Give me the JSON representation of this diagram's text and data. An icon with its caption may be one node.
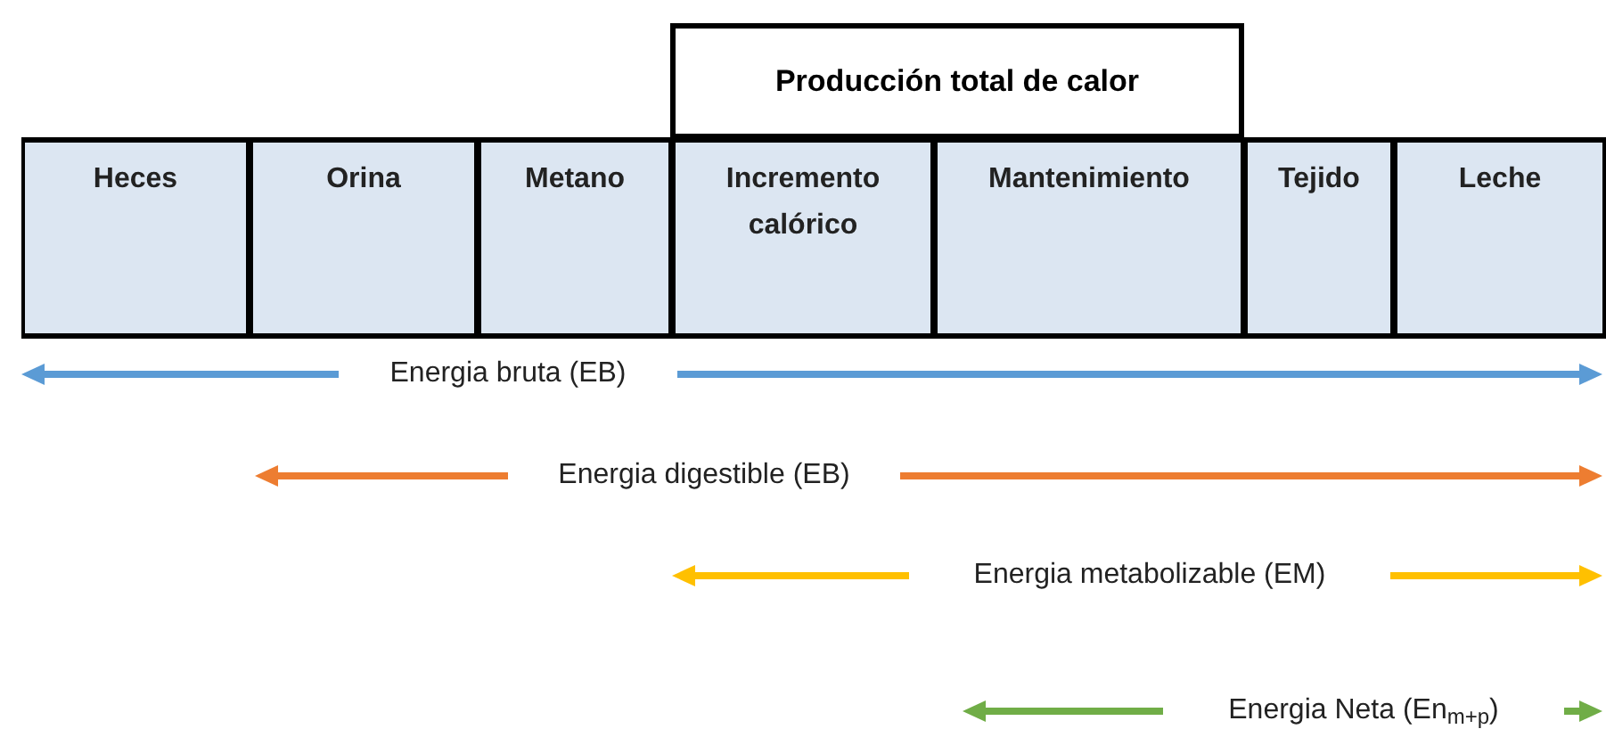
{
  "diagram": {
    "nodes": [
      {
        "text": [
          "Producción total de calor"
        ]
      },
      {
        "text": [
          "Heces"
        ]
      },
      {
        "text": [
          "Orina"
        ]
      },
      {
        "text": [
          "Metano"
        ]
      },
      {
        "text": [
          "Incremento calórico"
        ]
      },
      {
        "text": [
          "Mantenimiento"
        ]
      },
      {
        "text": [
          "Tejido"
        ]
      },
      {
        "text": [
          "Leche"
        ]
      }
    ],
    "labels": [
      "Energia bruta (EB)",
      "Energia digestible (EB)",
      "Energia metabolizable (EM)",
      "Energia Neta (En$_{m+p}$)"
    ]
  }
}
